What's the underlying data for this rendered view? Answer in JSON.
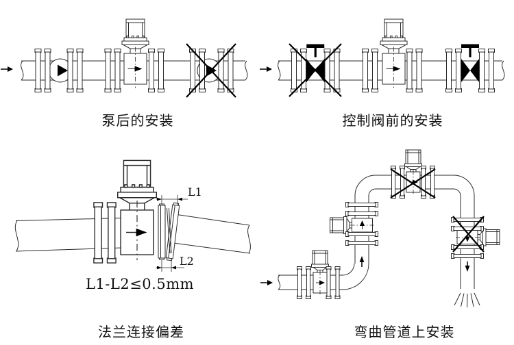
{
  "panels": {
    "after_pump": {
      "caption": "泵后的安装"
    },
    "before_control_valve": {
      "caption": "控制阀前的安装"
    },
    "flange_deviation": {
      "caption": "法兰连接偏差",
      "dim1": "L1",
      "dim2": "L2",
      "tolerance": "L1-L2≤0.5mm"
    },
    "bent_pipe": {
      "caption": "弯曲管道上安装"
    }
  },
  "colors": {
    "line": "#2b2b2b",
    "black": "#000000",
    "background": "#ffffff"
  }
}
